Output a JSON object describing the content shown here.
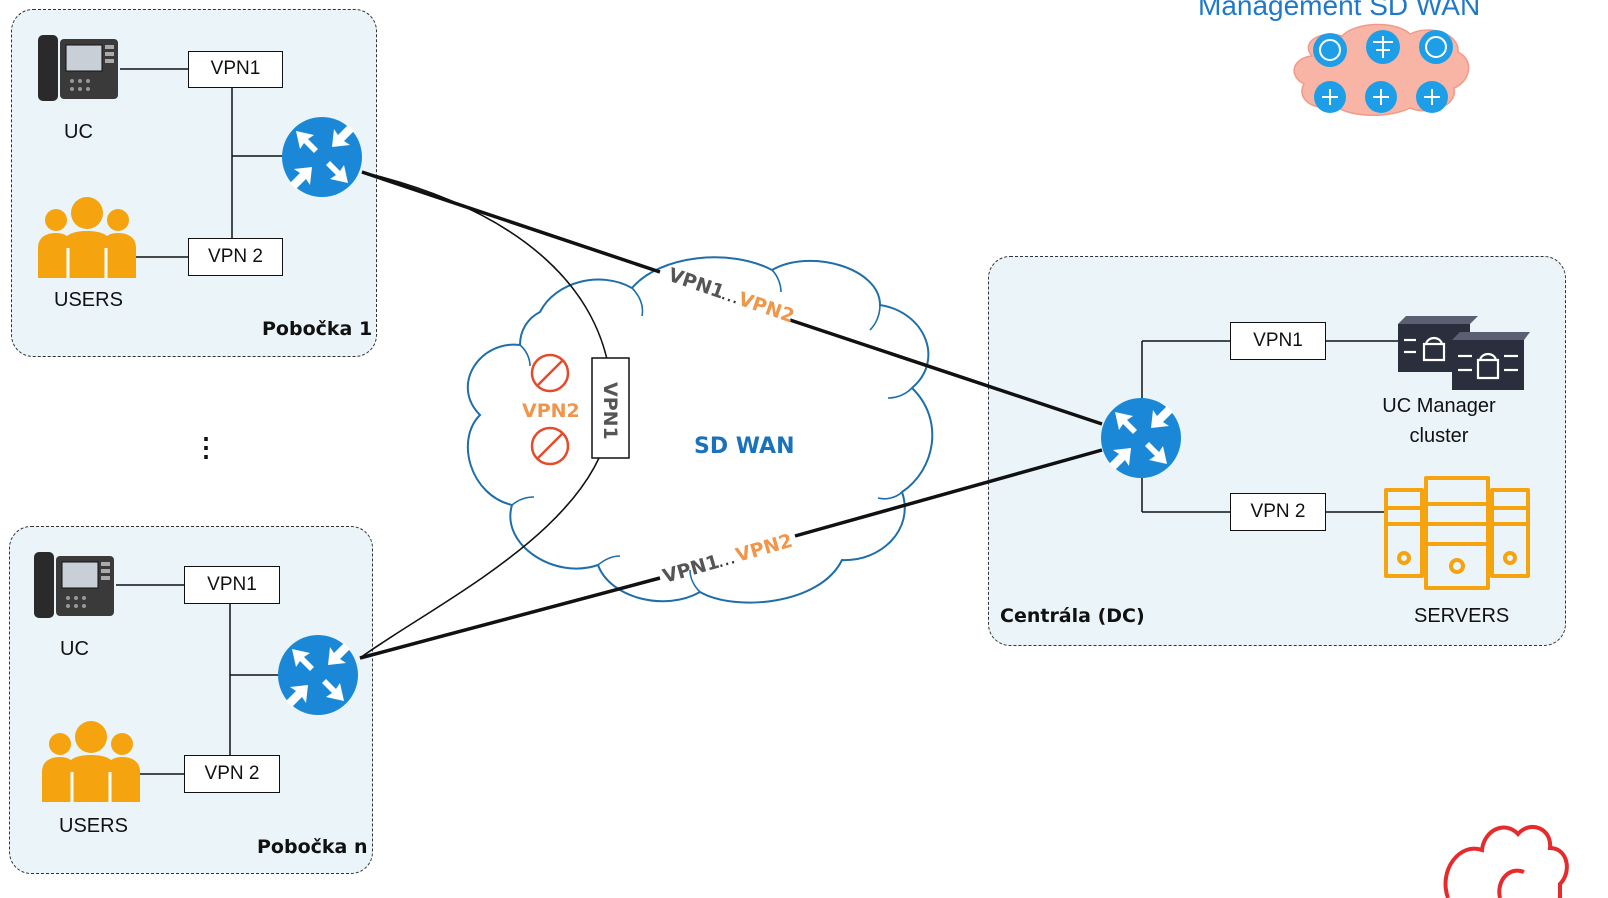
{
  "management": {
    "title": "Management SD WAN"
  },
  "cloud": {
    "label": "SD WAN",
    "blocked_label": "VPN2",
    "tunnel_label": "VPN1"
  },
  "branch1": {
    "title": "Pobočka 1",
    "vpn_top": "VPN1",
    "vpn_bottom": "VPN 2",
    "phone_label": "UC",
    "users_label": "USERS"
  },
  "ellipsis": "⋮",
  "branchn": {
    "title": "Pobočka n",
    "vpn_top": "VPN1",
    "vpn_bottom": "VPN 2",
    "phone_label": "UC",
    "users_label": "USERS"
  },
  "dc": {
    "title": "Centrála (DC)",
    "vpn_top": "VPN1",
    "vpn_bottom": "VPN 2",
    "uc_manager_label_1": "UC Manager",
    "uc_manager_label_2": "cluster",
    "servers_label": "SERVERS"
  },
  "links": {
    "top_vpn1": "VPN1",
    "top_dots": "...",
    "top_vpn2": "VPN2",
    "bottom_vpn1": "VPN1",
    "bottom_dots": "...",
    "bottom_vpn2": "VPN2"
  },
  "colors": {
    "router": "#1a88d6",
    "users": "#f5a30f",
    "servers": "#f5a30f",
    "vpn2_text": "#f0954a",
    "blocked": "#e64a2b",
    "sdwan_text": "#1a72bb",
    "region_fill": "#eaf4f9",
    "logo": "#e52b2b"
  }
}
